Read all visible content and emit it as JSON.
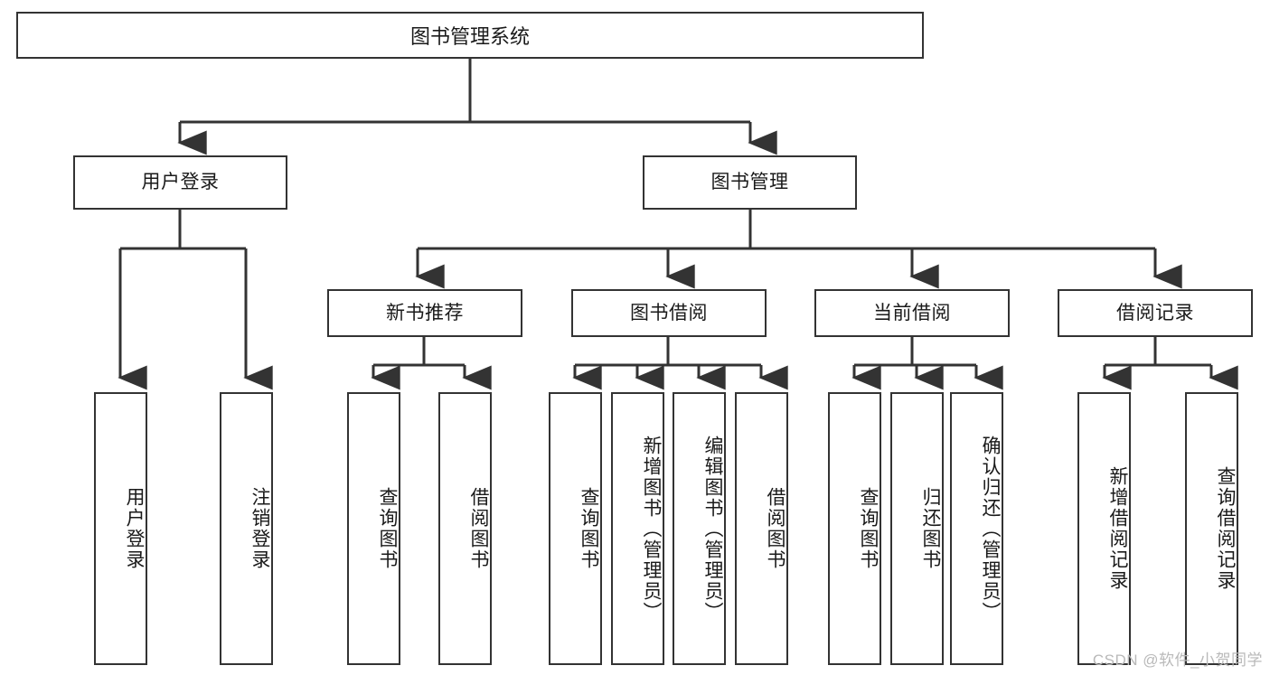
{
  "diagram": {
    "title": "图书管理系统",
    "watermark": "CSDN @软件_小贺同学",
    "levels": {
      "root": {
        "label": "图书管理系统"
      },
      "level2": [
        {
          "label": "用户登录"
        },
        {
          "label": "图书管理"
        }
      ],
      "level3": [
        {
          "label": "新书推荐"
        },
        {
          "label": "图书借阅"
        },
        {
          "label": "当前借阅"
        },
        {
          "label": "借阅记录"
        }
      ],
      "leaves": [
        {
          "label": "用户登录",
          "parent": "用户登录"
        },
        {
          "label": "注销登录",
          "parent": "用户登录"
        },
        {
          "label": "查询图书",
          "parent": "新书推荐"
        },
        {
          "label": "借阅图书",
          "parent": "新书推荐"
        },
        {
          "label": "查询图书",
          "parent": "图书借阅"
        },
        {
          "label": "新增图书（管理员）",
          "parent": "图书借阅"
        },
        {
          "label": "编辑图书（管理员）",
          "parent": "图书借阅"
        },
        {
          "label": "借阅图书",
          "parent": "图书借阅"
        },
        {
          "label": "查询图书",
          "parent": "当前借阅"
        },
        {
          "label": "归还图书",
          "parent": "当前借阅"
        },
        {
          "label": "确认归还（管理员）",
          "parent": "当前借阅"
        },
        {
          "label": "新增借阅记录",
          "parent": "借阅记录"
        },
        {
          "label": "查询借阅记录",
          "parent": "借阅记录"
        }
      ]
    },
    "colors": {
      "stroke": "#333333",
      "background": "#ffffff",
      "text": "#1a1a1a",
      "watermark": "#b9b9b9"
    }
  }
}
